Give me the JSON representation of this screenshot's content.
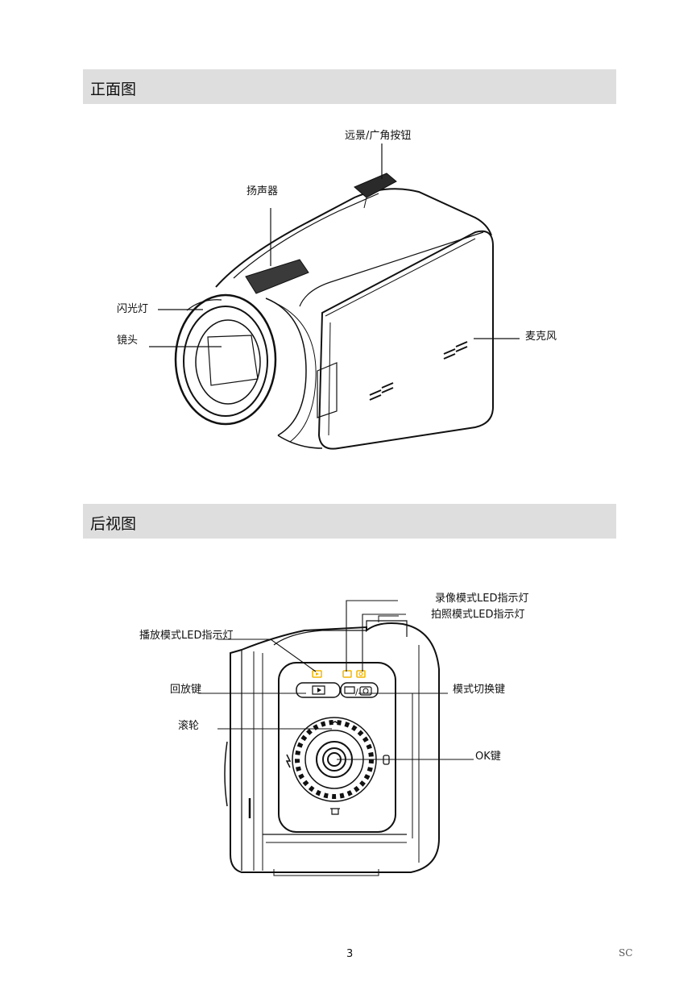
{
  "sections": {
    "front": {
      "title": "正面图"
    },
    "rear": {
      "title": "后视图"
    }
  },
  "front_labels": {
    "zoom": "远景/广角按钮",
    "speaker": "扬声器",
    "flash": "闪光灯",
    "lens": "镜头",
    "microphone": "麦克风"
  },
  "rear_labels": {
    "record_led": "录像模式LED指示灯",
    "photo_led": "拍照模式LED指示灯",
    "playback_led": "播放模式LED指示灯",
    "playback_key": "回放键",
    "mode_key": "模式切换键",
    "wheel": "滚轮",
    "ok_key": "OK键"
  },
  "footer": {
    "page_number": "3",
    "language_code": "SC"
  },
  "colors": {
    "led_accent": "#f2b600",
    "section_bar": "#dedede"
  }
}
